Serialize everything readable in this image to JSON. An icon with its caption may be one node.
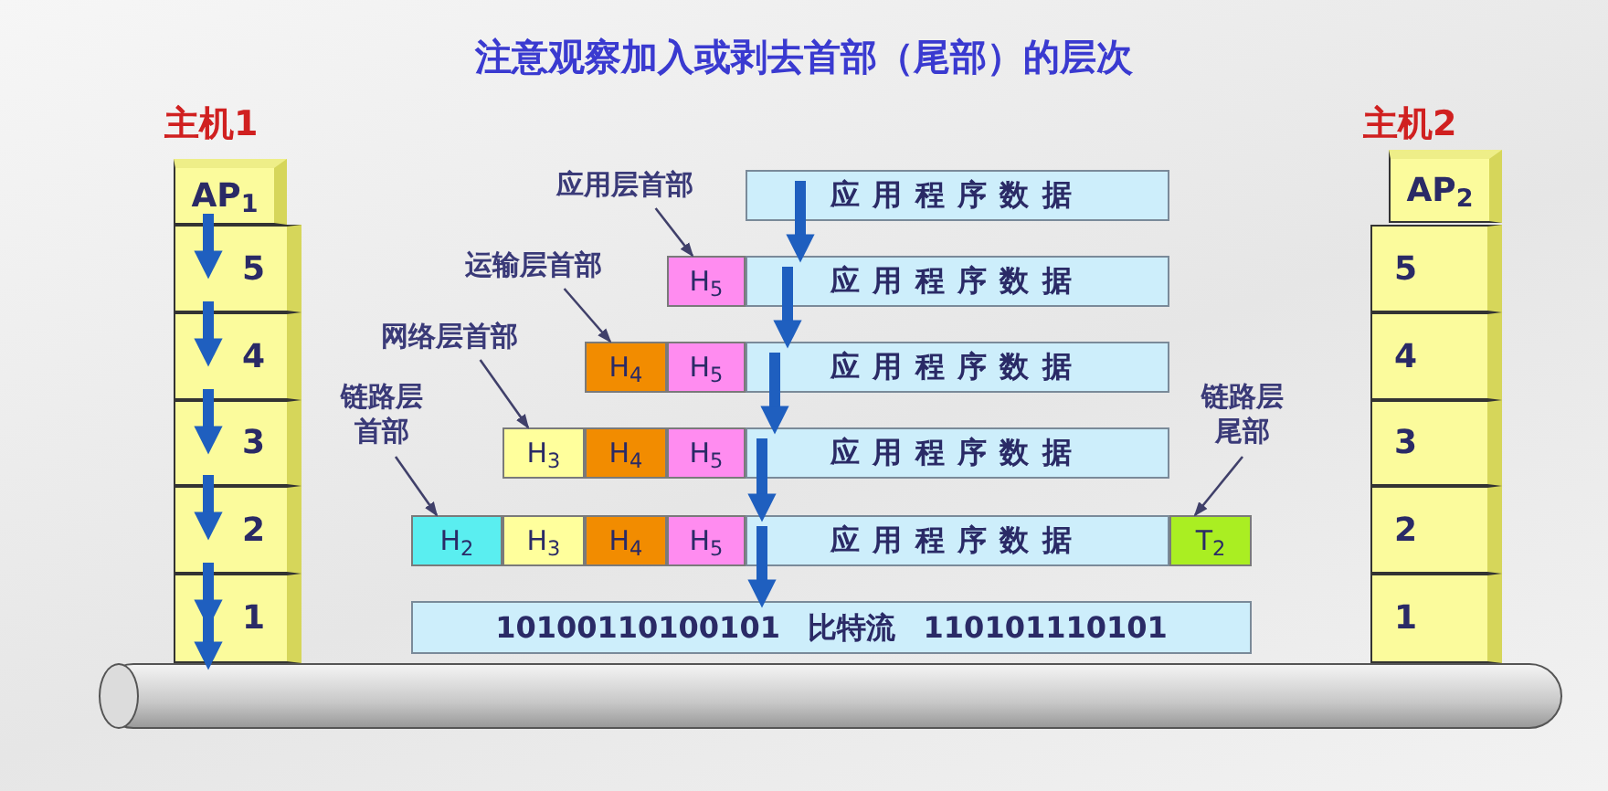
{
  "diagram": {
    "title": "注意观察加入或剥去首部（尾部）的层次",
    "nodes": [
      {
        "text": [
          "AP$_{1}$"
        ]
      },
      {
        "text": [
          "5"
        ]
      },
      {
        "text": [
          "4"
        ]
      },
      {
        "text": [
          "3"
        ]
      },
      {
        "text": [
          "2"
        ]
      },
      {
        "text": [
          "1"
        ]
      },
      {
        "text": [
          "AP$_{2}$"
        ]
      },
      {
        "text": [
          "5"
        ]
      },
      {
        "text": [
          "4"
        ]
      },
      {
        "text": [
          "3"
        ]
      },
      {
        "text": [
          "2"
        ]
      },
      {
        "text": [
          "1"
        ]
      },
      {
        "text": [],
        "shape": "cylinder"
      },
      {
        "text": [
          "应用层首部"
        ]
      },
      {
        "text": [
          "应用程序数据"
        ]
      },
      {
        "text": [
          "运输层首部"
        ]
      },
      {
        "text": [
          "H$_{5}$"
        ]
      },
      {
        "text": [
          "应用程序数据"
        ]
      },
      {
        "text": [
          "网络层首部"
        ]
      },
      {
        "text": [
          "H$_{4}$"
        ]
      },
      {
        "text": [
          "H$_{5}$"
        ]
      },
      {
        "text": [
          "应用程序数据"
        ]
      },
      {
        "text": [
          "链路层首部"
        ]
      },
      {
        "text": [
          "H$_{3}$"
        ]
      },
      {
        "text": [
          "H$_{4}$"
        ]
      },
      {
        "text": [
          "H$_{5}$"
        ]
      },
      {
        "text": [
          "应用程序数据"
        ]
      },
      {
        "text": [
          "链路层尾部"
        ]
      },
      {
        "text": [
          "H$_{2}$"
        ]
      },
      {
        "text": [
          "H$_{3}$"
        ]
      },
      {
        "text": [
          "H$_{4}$"
        ]
      },
      {
        "text": [
          "H$_{5}$"
        ]
      },
      {
        "text": [
          "应用程序数据"
        ]
      },
      {
        "text": [
          "T$_{2}$"
        ]
      },
      {
        "text": [
          "10100110100101 比特流 110101110101"
        ]
      }
    ],
    "edges": [
      {
        "from": 0,
        "to": 1,
        "arrow": "to"
      },
      {
        "from": 1,
        "to": 2,
        "arrow": "to"
      },
      {
        "from": 2,
        "to": 3,
        "arrow": "to"
      },
      {
        "from": 3,
        "to": 4,
        "arrow": "to"
      },
      {
        "from": 4,
        "to": 5,
        "arrow": "to"
      },
      {
        "from": 5,
        "to": 12,
        "arrow": "to"
      },
      {
        "from": 14,
        "to": 17,
        "arrow": "to"
      },
      {
        "from": 17,
        "to": 21,
        "arrow": "to"
      },
      {
        "from": 21,
        "to": 26,
        "arrow": "to"
      },
      {
        "from": 26,
        "to": 32,
        "arrow": "to"
      },
      {
        "from": 32,
        "to": 34,
        "arrow": "to"
      },
      {
        "from": 13,
        "to": 16,
        "arrow": "to",
        "color": "#40406a"
      },
      {
        "from": 15,
        "to": 19,
        "arrow": "to",
        "color": "#40406a"
      },
      {
        "from": 18,
        "to": 23,
        "arrow": "to",
        "color": "#40406a"
      },
      {
        "from": 22,
        "to": 28,
        "arrow": "to",
        "color": "#40406a"
      },
      {
        "from": 27,
        "to": 33,
        "arrow": "to",
        "color": "#40406a"
      }
    ],
    "labels": [
      "主机1",
      "主机2"
    ]
  }
}
